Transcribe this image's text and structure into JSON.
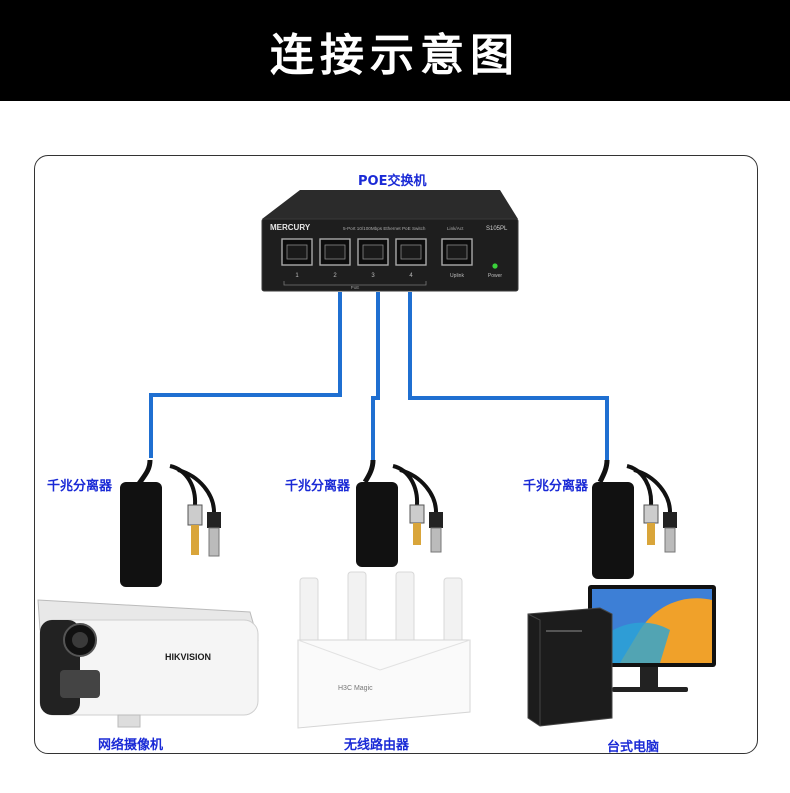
{
  "header": {
    "title": "连接示意图"
  },
  "switch": {
    "label": "POE交换机",
    "brand": "MERCURY",
    "model": "S105PL",
    "caption": "5-Port 10/100Mbps Ethernet PoE Switch",
    "link_label": "Link/Act",
    "port_numbers": [
      "1",
      "2",
      "3",
      "4"
    ],
    "uplink_label": "Uplink",
    "power_label": "Power",
    "poe_label": "PoE"
  },
  "splitters": [
    {
      "label": "千兆分离器"
    },
    {
      "label": "千兆分离器"
    },
    {
      "label": "千兆分离器"
    }
  ],
  "devices": [
    {
      "label": "网络摄像机",
      "brand": "HIKVISION",
      "icon": "camera-icon"
    },
    {
      "label": "无线路由器",
      "brand": "H3C Magic",
      "icon": "router-icon"
    },
    {
      "label": "台式电脑",
      "icon": "desktop-pc-icon"
    }
  ],
  "colors": {
    "cable": "#1f6fd1",
    "label": "#1a2ad6",
    "title_bg": "#000000"
  }
}
